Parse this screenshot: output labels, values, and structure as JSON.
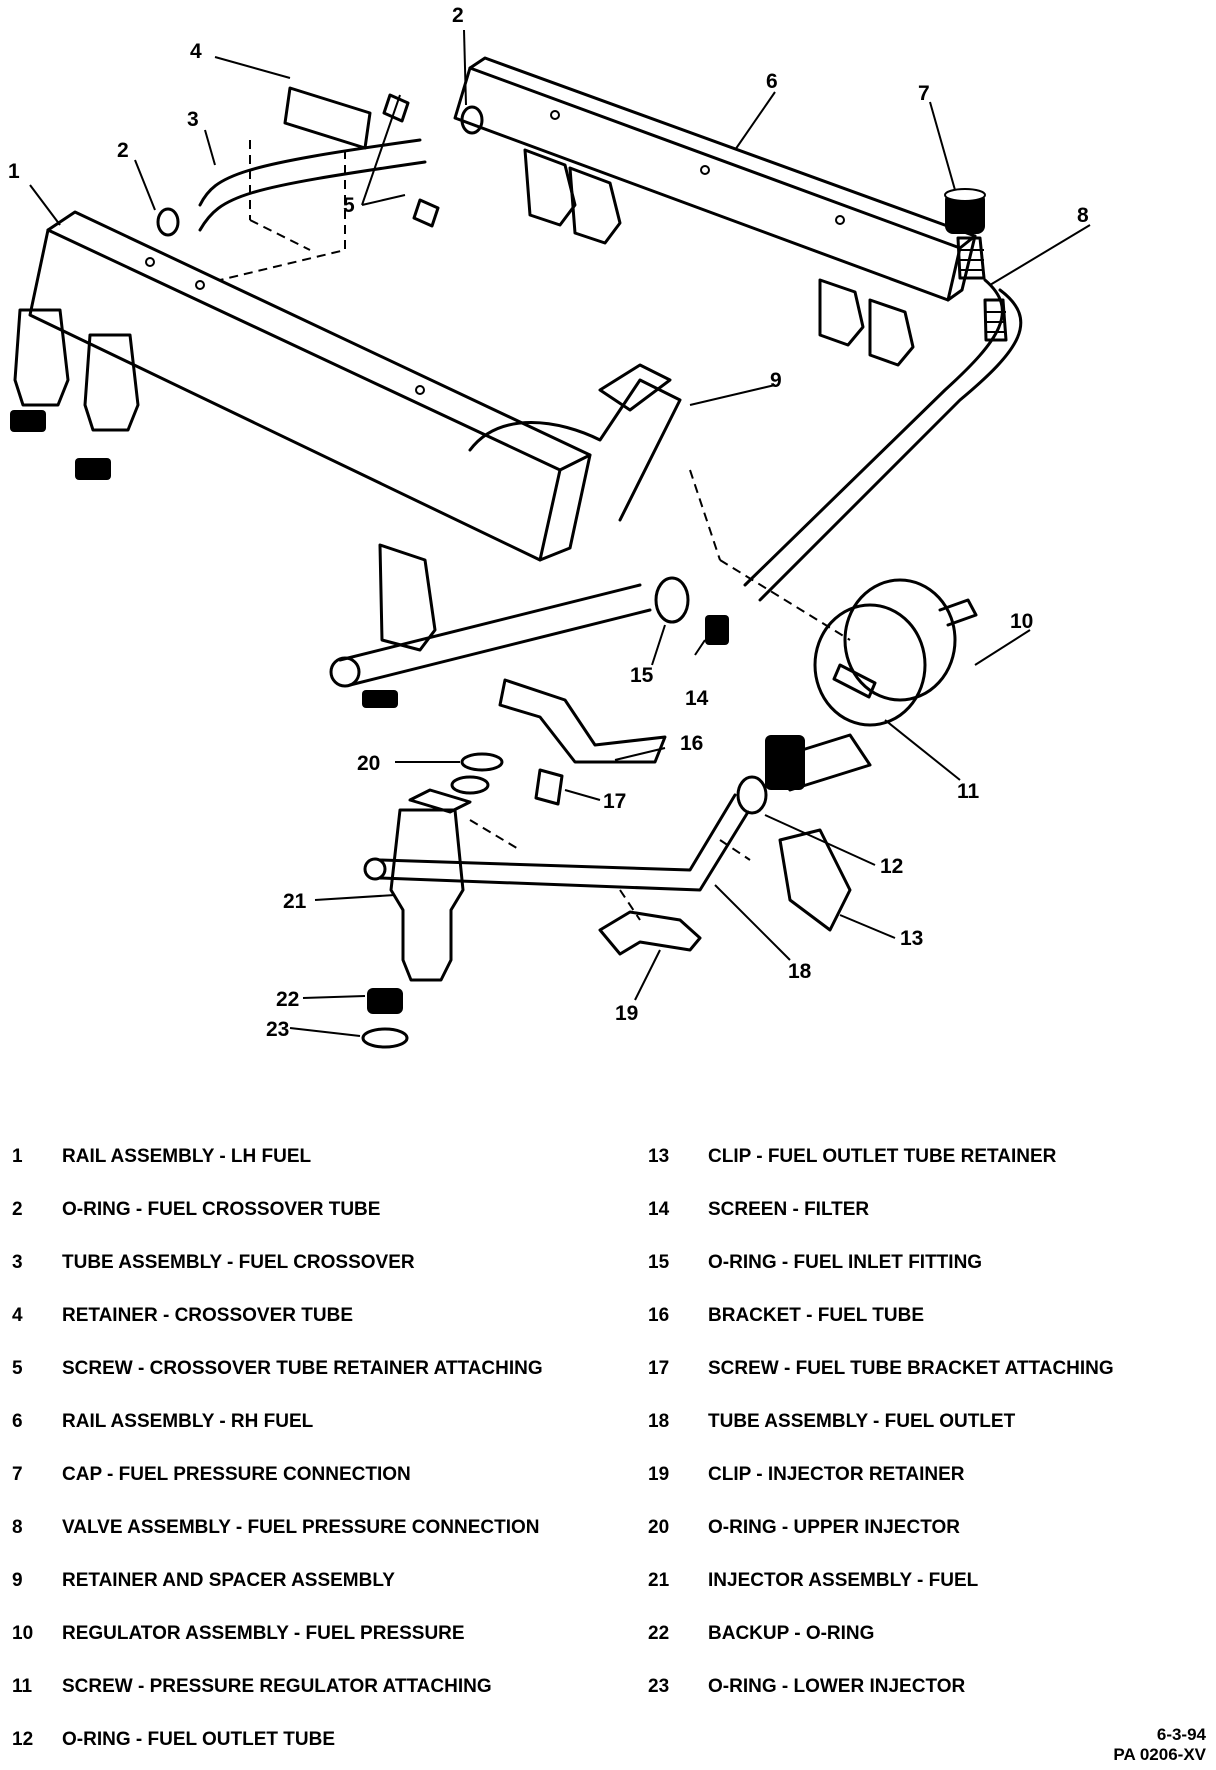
{
  "callouts": [
    "1",
    "2",
    "2",
    "3",
    "4",
    "5",
    "6",
    "7",
    "8",
    "9",
    "10",
    "11",
    "12",
    "13",
    "14",
    "15",
    "16",
    "17",
    "18",
    "19",
    "20",
    "21",
    "22",
    "23"
  ],
  "legend_left": [
    {
      "num": "1",
      "text": "RAIL ASSEMBLY - LH FUEL"
    },
    {
      "num": "2",
      "text": "O-RING - FUEL CROSSOVER TUBE"
    },
    {
      "num": "3",
      "text": "TUBE ASSEMBLY - FUEL CROSSOVER"
    },
    {
      "num": "4",
      "text": "RETAINER - CROSSOVER TUBE"
    },
    {
      "num": "5",
      "text": "SCREW - CROSSOVER TUBE RETAINER ATTACHING"
    },
    {
      "num": "6",
      "text": "RAIL ASSEMBLY - RH FUEL"
    },
    {
      "num": "7",
      "text": "CAP - FUEL PRESSURE CONNECTION"
    },
    {
      "num": "8",
      "text": "VALVE ASSEMBLY - FUEL PRESSURE CONNECTION"
    },
    {
      "num": "9",
      "text": "RETAINER AND SPACER ASSEMBLY"
    },
    {
      "num": "10",
      "text": "REGULATOR ASSEMBLY - FUEL PRESSURE"
    },
    {
      "num": "11",
      "text": "SCREW - PRESSURE REGULATOR ATTACHING"
    },
    {
      "num": "12",
      "text": "O-RING - FUEL OUTLET TUBE"
    }
  ],
  "legend_right": [
    {
      "num": "13",
      "text": "CLIP - FUEL OUTLET TUBE RETAINER"
    },
    {
      "num": "14",
      "text": "SCREEN - FILTER"
    },
    {
      "num": "15",
      "text": "O-RING - FUEL INLET FITTING"
    },
    {
      "num": "16",
      "text": "BRACKET - FUEL TUBE"
    },
    {
      "num": "17",
      "text": "SCREW - FUEL TUBE BRACKET ATTACHING"
    },
    {
      "num": "18",
      "text": "TUBE ASSEMBLY - FUEL OUTLET"
    },
    {
      "num": "19",
      "text": "CLIP - INJECTOR RETAINER"
    },
    {
      "num": "20",
      "text": "O-RING - UPPER INJECTOR"
    },
    {
      "num": "21",
      "text": "INJECTOR ASSEMBLY - FUEL"
    },
    {
      "num": "22",
      "text": "BACKUP - O-RING"
    },
    {
      "num": "23",
      "text": "O-RING - LOWER INJECTOR"
    }
  ],
  "footer": {
    "date": "6-3-94",
    "code": "PA 0206-XV"
  }
}
